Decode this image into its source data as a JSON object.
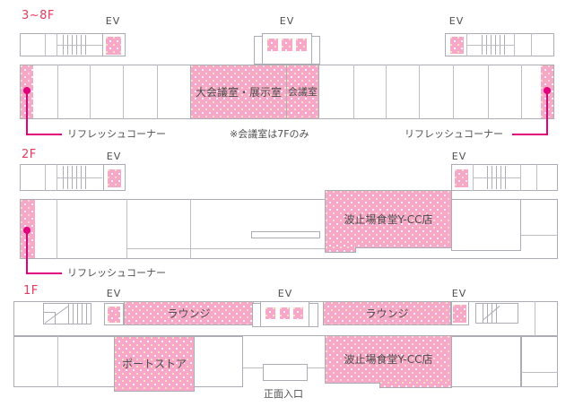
{
  "colors": {
    "room_pink": "#f7a8c8",
    "leader_magenta": "#e1007d",
    "floor_label_red": "#ea3a5e",
    "outline_gray": "#acacb4",
    "text_gray": "#4f4f4f"
  },
  "floor_3_8": {
    "label": "3~8F",
    "ev_left": "EV",
    "ev_middle": "EV",
    "ev_right": "EV",
    "grand_conference_room": "大会議室・展示室",
    "meeting_room": "会議室",
    "refresh_left": "リフレッシュコーナー",
    "refresh_right": "リフレッシュコーナー",
    "meeting_room_note": "※会議室は7Fのみ"
  },
  "floor_2": {
    "label": "2F",
    "ev_left": "EV",
    "ev_right": "EV",
    "restaurant": "波止場食堂Y-CC店",
    "refresh_left": "リフレッシュコーナー"
  },
  "floor_1": {
    "label": "1F",
    "ev_left": "EV",
    "ev_middle": "EV",
    "ev_right": "EV",
    "lounge_left": "ラウンジ",
    "lounge_right": "ラウンジ",
    "port_store": "ポートストア",
    "restaurant": "波止場食堂Y-CC店",
    "entrance": "正面入口"
  }
}
